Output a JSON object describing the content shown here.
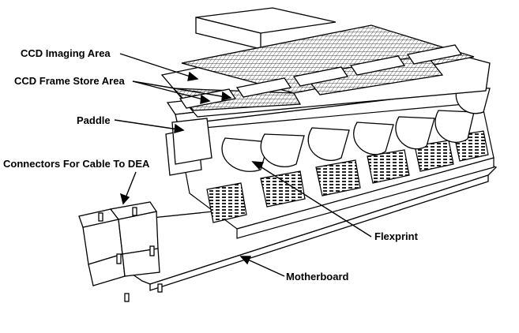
{
  "labels": {
    "ccd_imaging_area": "CCD Imaging Area",
    "ccd_frame_store_area": "CCD Frame Store Area",
    "paddle": "Paddle",
    "connectors": "Connectors For Cable To DEA",
    "flexprint": "Flexprint",
    "motherboard": "Motherboard"
  },
  "colors": {
    "line": "#000000",
    "fill": "#ffffff",
    "grid": "#333333"
  }
}
